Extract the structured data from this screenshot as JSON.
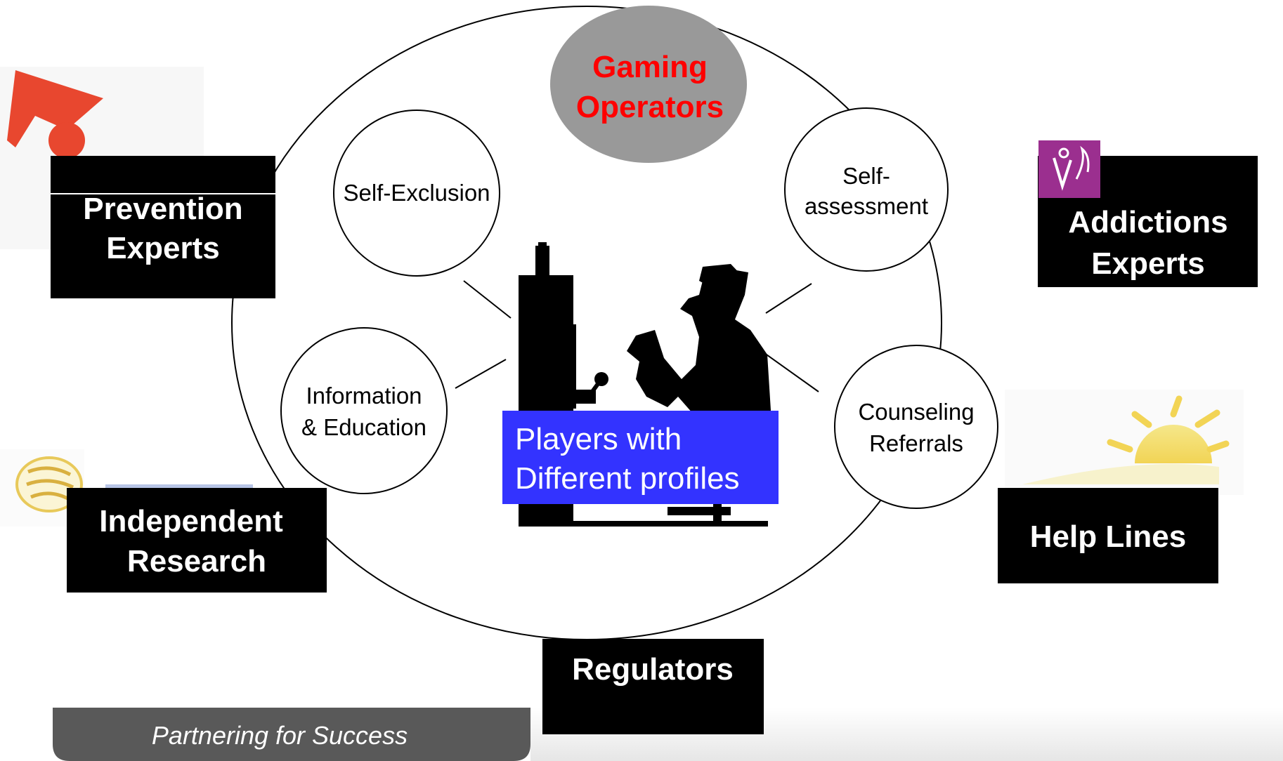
{
  "center": {
    "operators_line1": "Gaming",
    "operators_line2": "Operators",
    "players_line1": "Players with",
    "players_line2": "Different profiles"
  },
  "services": {
    "self_exclusion": "Self-Exclusion",
    "self_assessment_line1": "Self-",
    "self_assessment_line2": "assessment",
    "information_line1": "Information",
    "information_line2": "& Education",
    "counseling_line1": "Counseling",
    "counseling_line2": "Referrals"
  },
  "partners": {
    "prevention_line1": "Prevention",
    "prevention_line2": "Experts",
    "addictions_line1": "Addictions",
    "addictions_line2": "Experts",
    "research_line1": "Independent",
    "research_line2": "Research",
    "helplines": "Help Lines",
    "regulators": "Regulators"
  },
  "footer": {
    "tagline": "Partnering for Success"
  },
  "colors": {
    "operators_text": "#ff0000",
    "operators_fill": "#999999",
    "players_fill": "#3333ff",
    "box_fill": "#000000",
    "footer_fill": "#595959"
  }
}
